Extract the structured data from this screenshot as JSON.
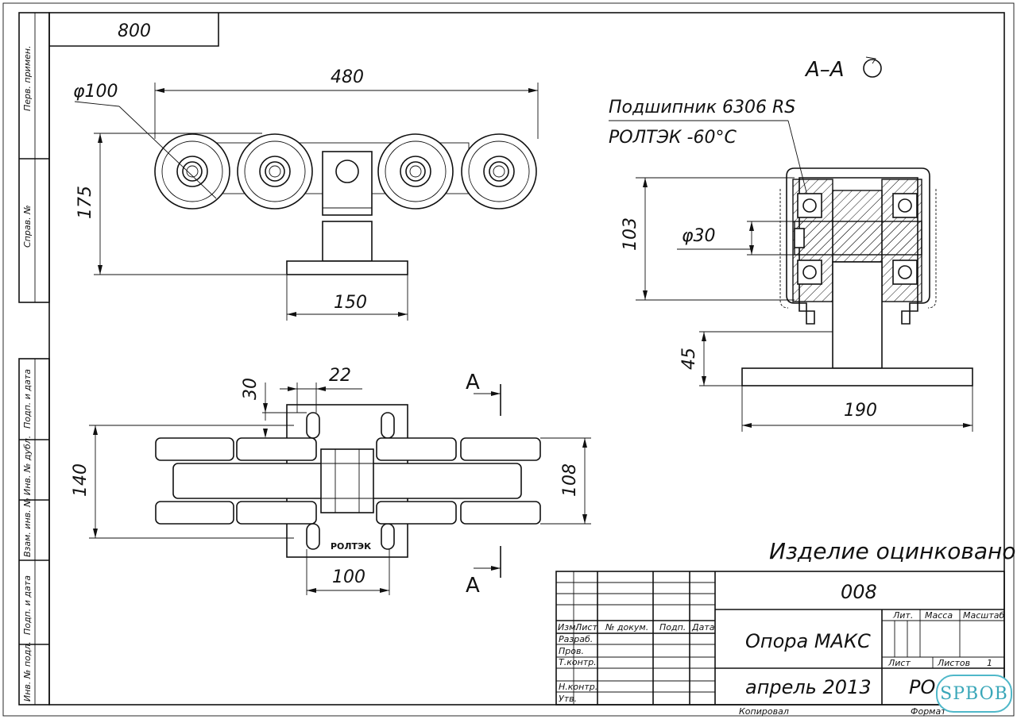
{
  "stamp_top": "800",
  "side_labels": [
    "Перв. примен.",
    "Справ. №",
    "Подп. и дата",
    "Инв. № дубл.",
    "Взам. инв. №",
    "Подп. и дата",
    "Инв. № подл."
  ],
  "top_view": {
    "width": "480",
    "height": "175",
    "wheel_dia": "φ100",
    "base_width": "150"
  },
  "section_view": {
    "title": "А–А",
    "bearing_line1": "Подшипник 6306 RS",
    "bearing_line2": "РОЛТЭК     -60°С",
    "height": "103",
    "shaft_dia": "φ30",
    "plate_h": "45",
    "base_width": "190"
  },
  "bottom_view": {
    "dim_30": "30",
    "dim_22": "22",
    "dim_140": "140",
    "dim_108": "108",
    "dim_100": "100",
    "brand": "РОЛТЭК",
    "cut_label": "А"
  },
  "note": "Изделие оцинковано",
  "title_block": {
    "code": "008",
    "name": "Опора МАКС",
    "date": "апрель 2013",
    "doc": "РО",
    "col_izm": "Изм.",
    "col_list": "Лист",
    "col_doc": "№ докум.",
    "col_sign": "Подп.",
    "col_date": "Дата",
    "row_razrab": "Разраб.",
    "row_prov": "Пров.",
    "row_tkontr": "Т.контр.",
    "row_nkontr": "Н.контр.",
    "row_utv": "Утв.",
    "lit": "Лит.",
    "mass": "Масса",
    "scale": "Масштаб",
    "sheet": "Лист",
    "sheets": "Листов",
    "sheets_count": "1",
    "copied": "Копировал",
    "format": "Формат"
  },
  "watermark": "SPBOB"
}
